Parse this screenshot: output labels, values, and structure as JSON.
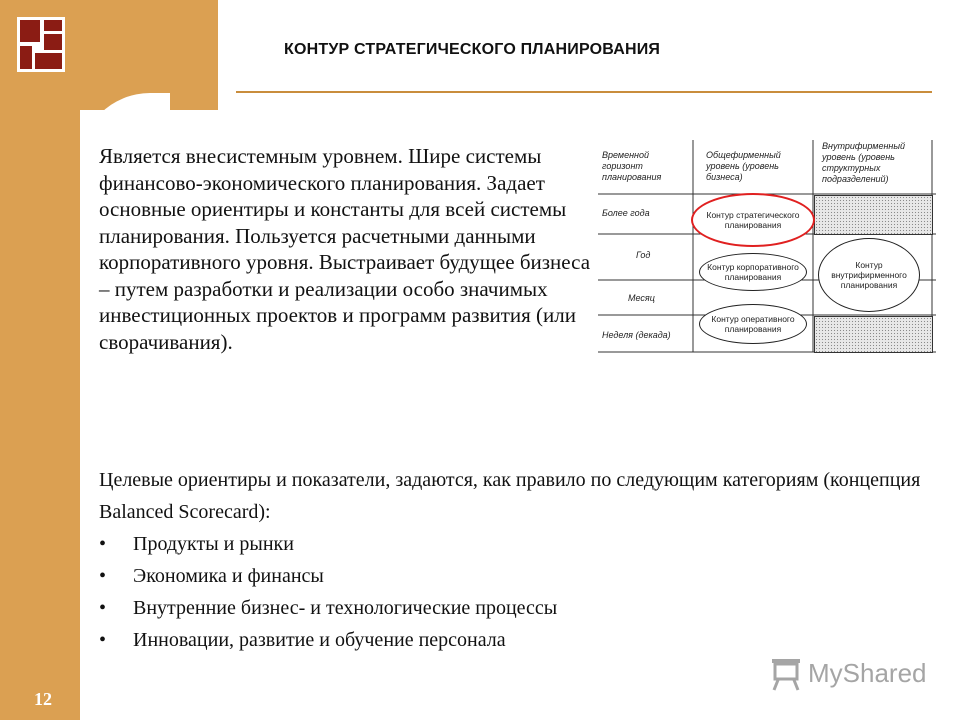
{
  "slide": {
    "title": "КОНТУР СТРАТЕГИЧЕСКОГО ПЛАНИРОВАНИЯ",
    "page_number": "12"
  },
  "body_text": "Является внесистемным уровнем. Шире системы финансово-экономического планирования. Задает основные ориентиры и константы для всей системы планирования. Пользуется расчетными данными корпоративного уровня. Выстраивает будущее бизнеса – путем разработки и реализации особо значимых инвестиционных проектов и программ развития (или сворачивания).",
  "diagram": {
    "headers": [
      "Временной горизонт планирования",
      "Общефирменный уровень (уровень бизнеса)",
      "Внутрифирменный уровень (уровень структурных подразделений)"
    ],
    "rows": [
      "Более года",
      "Год",
      "Месяц",
      "Неделя (декада)"
    ],
    "ovals": {
      "strategic": "Контур стратегического планирования",
      "corporate": "Контур корпоративного планирования",
      "operative": "Контур оперативного планирования",
      "intrafirm": "Контур внутрифирменного планирования"
    },
    "highlight_color": "#e02020"
  },
  "targets": {
    "intro": "Целевые ориентиры и  показатели, задаются, как правило по следующим категориям (концепция Balanced Scorecard):",
    "bullet_symbol": "•",
    "items": [
      "Продукты и рынки",
      "Экономика и финансы",
      "Внутренние бизнес- и технологические процессы",
      "Инновации, развитие и обучение персонала"
    ]
  },
  "watermark": {
    "text": "MyShared",
    "icon": "presentation-board-icon"
  },
  "colors": {
    "accent": "#dba052",
    "logo": "#8b1c14"
  }
}
